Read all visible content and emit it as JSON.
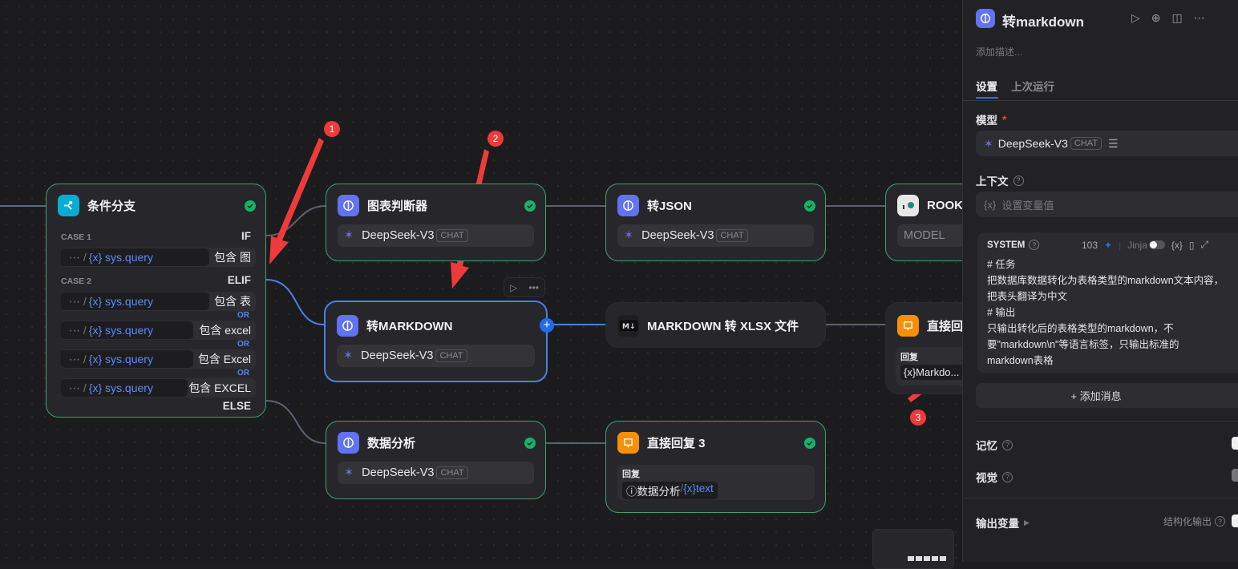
{
  "nodes": {
    "if_node": {
      "title": "条件分支",
      "case1": "CASE 1",
      "if": "IF",
      "case2": "CASE 2",
      "elif": "ELIF",
      "else": "ELSE",
      "or": "OR",
      "conditions": [
        {
          "var": "sys.query",
          "op": "包含 图"
        },
        {
          "var": "sys.query",
          "op": "包含 表"
        },
        {
          "var": "sys.query",
          "op": "包含 excel"
        },
        {
          "var": "sys.query",
          "op": "包含 Excel"
        },
        {
          "var": "sys.query",
          "op": "包含 EXCEL"
        }
      ],
      "var_prefix": "⋯ /",
      "var_icon": "{x}"
    },
    "chart_judge": {
      "title": "图表判断器",
      "model": "DeepSeek-V3",
      "badge": "CHAT"
    },
    "to_json": {
      "title": "转JSON",
      "model": "DeepSeek-V3",
      "badge": "CHAT"
    },
    "rook": {
      "title": "ROOK",
      "model": "MODEL"
    },
    "to_markdown": {
      "title": "转MARKDOWN",
      "model": "DeepSeek-V3",
      "badge": "CHAT"
    },
    "md_to_xlsx": {
      "title": "MARKDOWN 转 XLSX 文件"
    },
    "answer": {
      "title": "直接回",
      "reply_label": "回复",
      "reply_var": "{x}Markdo..."
    },
    "data_analysis": {
      "title": "数据分析",
      "model": "DeepSeek-V3",
      "badge": "CHAT"
    },
    "answer3": {
      "title": "直接回复 3",
      "reply_label": "回复",
      "src": "数据分析",
      "var": "text"
    }
  },
  "annotations": [
    "1",
    "2",
    "3"
  ],
  "panel": {
    "title": "转markdown",
    "desc_placeholder": "添加描述...",
    "tabs": [
      "设置",
      "上次运行"
    ],
    "model_label": "模型",
    "required": "*",
    "model": "DeepSeek-V3",
    "badge": "CHAT",
    "context_label": "上下文",
    "context_placeholder": "设置变量值",
    "var_icon": "{x}",
    "system": {
      "label": "SYSTEM",
      "count": "103",
      "jinja": "Jinja",
      "lines": [
        "# 任务",
        "把数据库数据转化为表格类型的markdown文本内容，",
        "把表头翻译为中文",
        "# 输出",
        "只输出转化后的表格类型的markdown，不",
        "要\"markdown\\n\"等语言标签，只输出标准的",
        "markdown表格"
      ]
    },
    "add_message": "+ 添加消息",
    "memory": "记忆",
    "vision": "视觉",
    "output_vars": "输出变量",
    "structured_output": "结构化输出",
    "help": "?"
  },
  "colors": {
    "accent": "#4d7fe8",
    "success": "#17b26a",
    "llm": "#6172f3",
    "annotation": "#ef3a3a"
  }
}
